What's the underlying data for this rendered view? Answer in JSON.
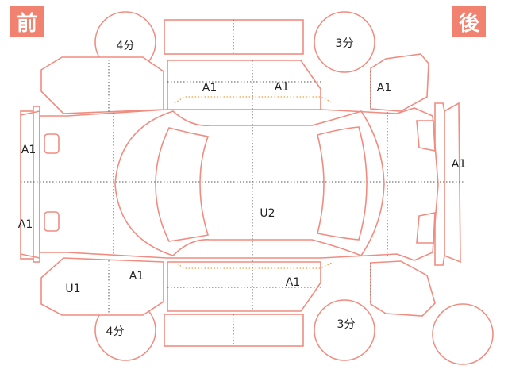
{
  "header": {
    "front_label": "前",
    "rear_label": "後"
  },
  "tires": {
    "front_left": "4分",
    "rear_left": "3分",
    "front_right": "4分",
    "rear_right": "3分"
  },
  "damage": {
    "left_front_door": "A1",
    "left_rear_door": "A1",
    "left_rear_fender": "A1",
    "front_bumper_upper": "A1",
    "front_bumper_lower": "A1",
    "rear_bumper": "A1",
    "roof": "U2",
    "right_front_fender": "U1",
    "right_front_door": "A1",
    "right_rear_door": "A1"
  },
  "colors": {
    "accent": "#f0826f",
    "outline": "#f08c80"
  }
}
